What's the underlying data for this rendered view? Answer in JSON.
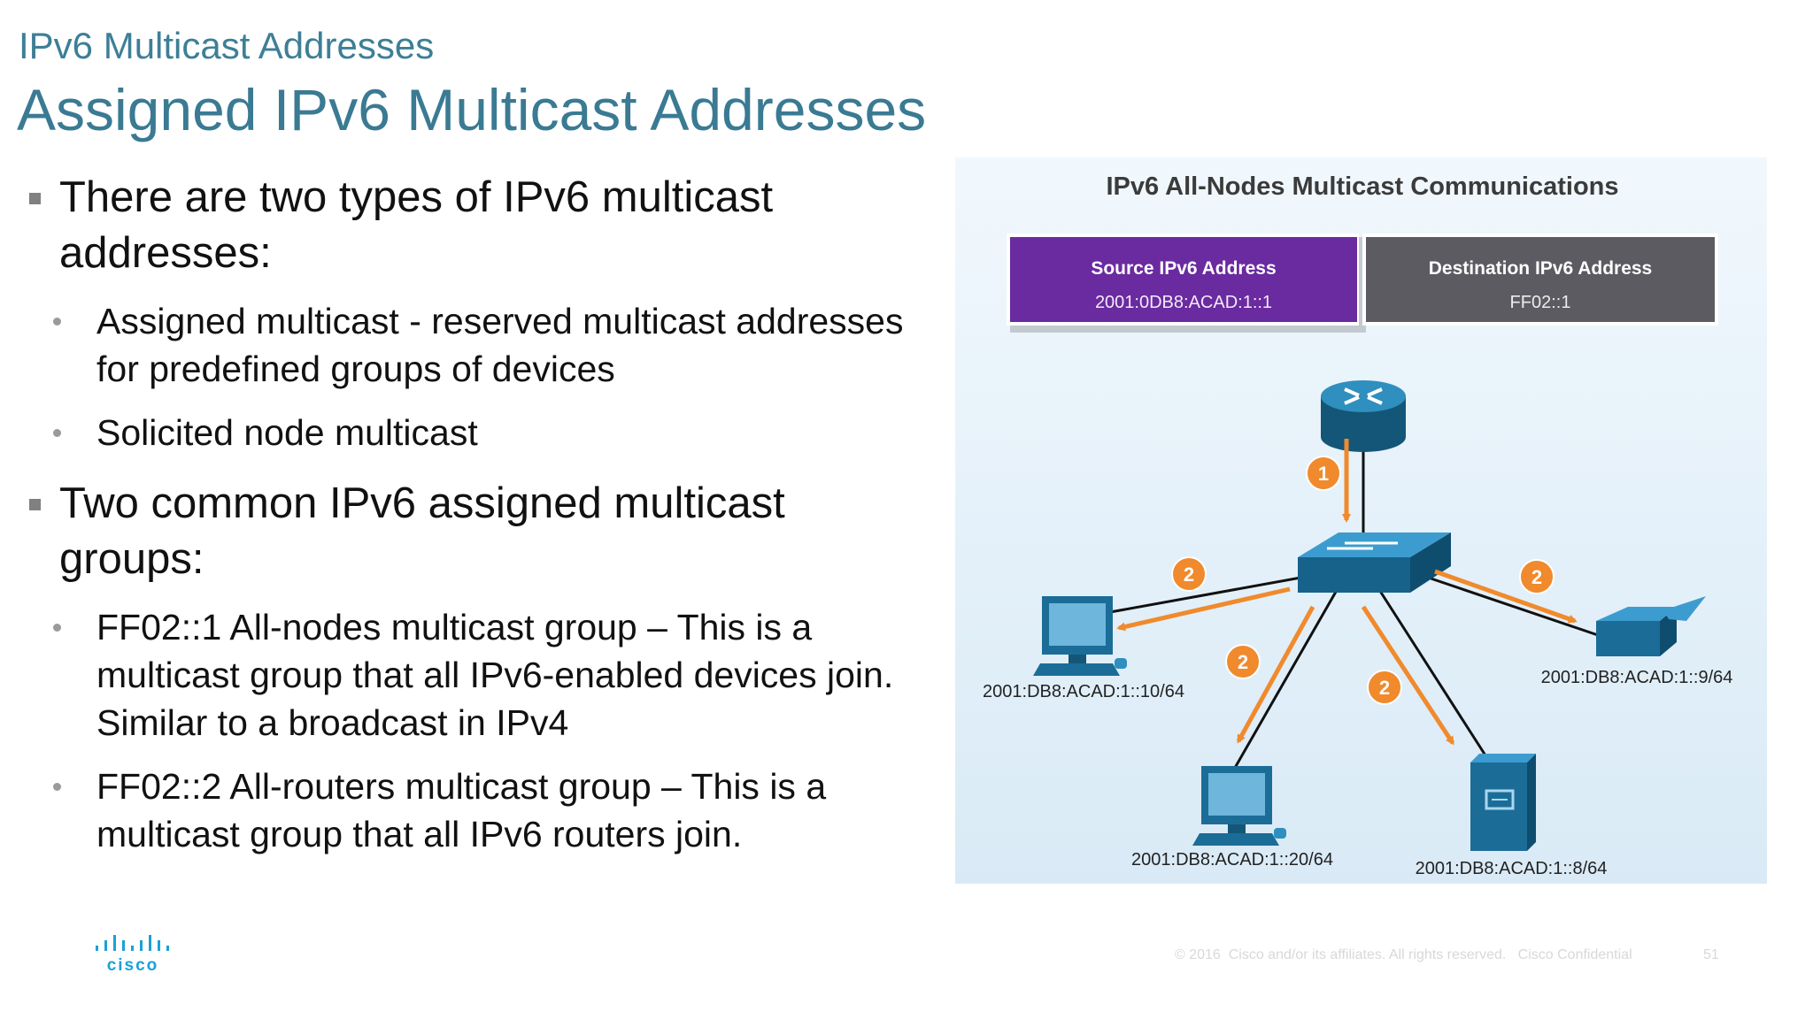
{
  "slide": {
    "section_title": "IPv6 Multicast Addresses",
    "title": "Assigned IPv6 Multicast Addresses",
    "bullets": [
      {
        "text": "There are two types of IPv6 multicast addresses:",
        "sub": [
          "Assigned multicast - reserved multicast addresses for predefined groups of devices",
          "Solicited node multicast"
        ]
      },
      {
        "text": "Two common IPv6 assigned multicast groups:",
        "sub": [
          "FF02::1 All-nodes multicast group – This is a multicast group that all IPv6-enabled devices join. Similar to a broadcast in IPv4",
          "FF02::2 All-routers multicast group – This is a multicast group that all IPv6 routers join."
        ]
      }
    ]
  },
  "diagram": {
    "title": "IPv6 All-Nodes Multicast Communications",
    "source_header": "Source IPv6 Address",
    "source_value": "2001:0DB8:ACAD:1::1",
    "dest_header": "Destination IPv6 Address",
    "dest_value": "FF02::1",
    "step1": "1",
    "step2": "2",
    "host_left": "2001:DB8:ACAD:1::10/64",
    "host_bottom": "2001:DB8:ACAD:1::20/64",
    "server": "2001:DB8:ACAD:1::8/64",
    "printer": "2001:DB8:ACAD:1::9/64",
    "colors": {
      "source_bg": "#6a2aa0",
      "dest_bg": "#5b5b61",
      "arrow": "#f08a2c",
      "device": "#1f6f9a",
      "background": "#e3f0f9"
    }
  },
  "footer": {
    "logo": "cisco",
    "copyright": "© 2016  Cisco and/or its affiliates. All rights reserved.   Cisco Confidential",
    "page": "51"
  }
}
